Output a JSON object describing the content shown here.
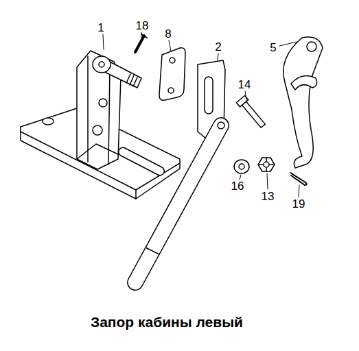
{
  "diagram": {
    "caption": "Запор кабины левый",
    "labels": [
      "1",
      "18",
      "8",
      "2",
      "5",
      "14",
      "16",
      "13",
      "19"
    ]
  }
}
